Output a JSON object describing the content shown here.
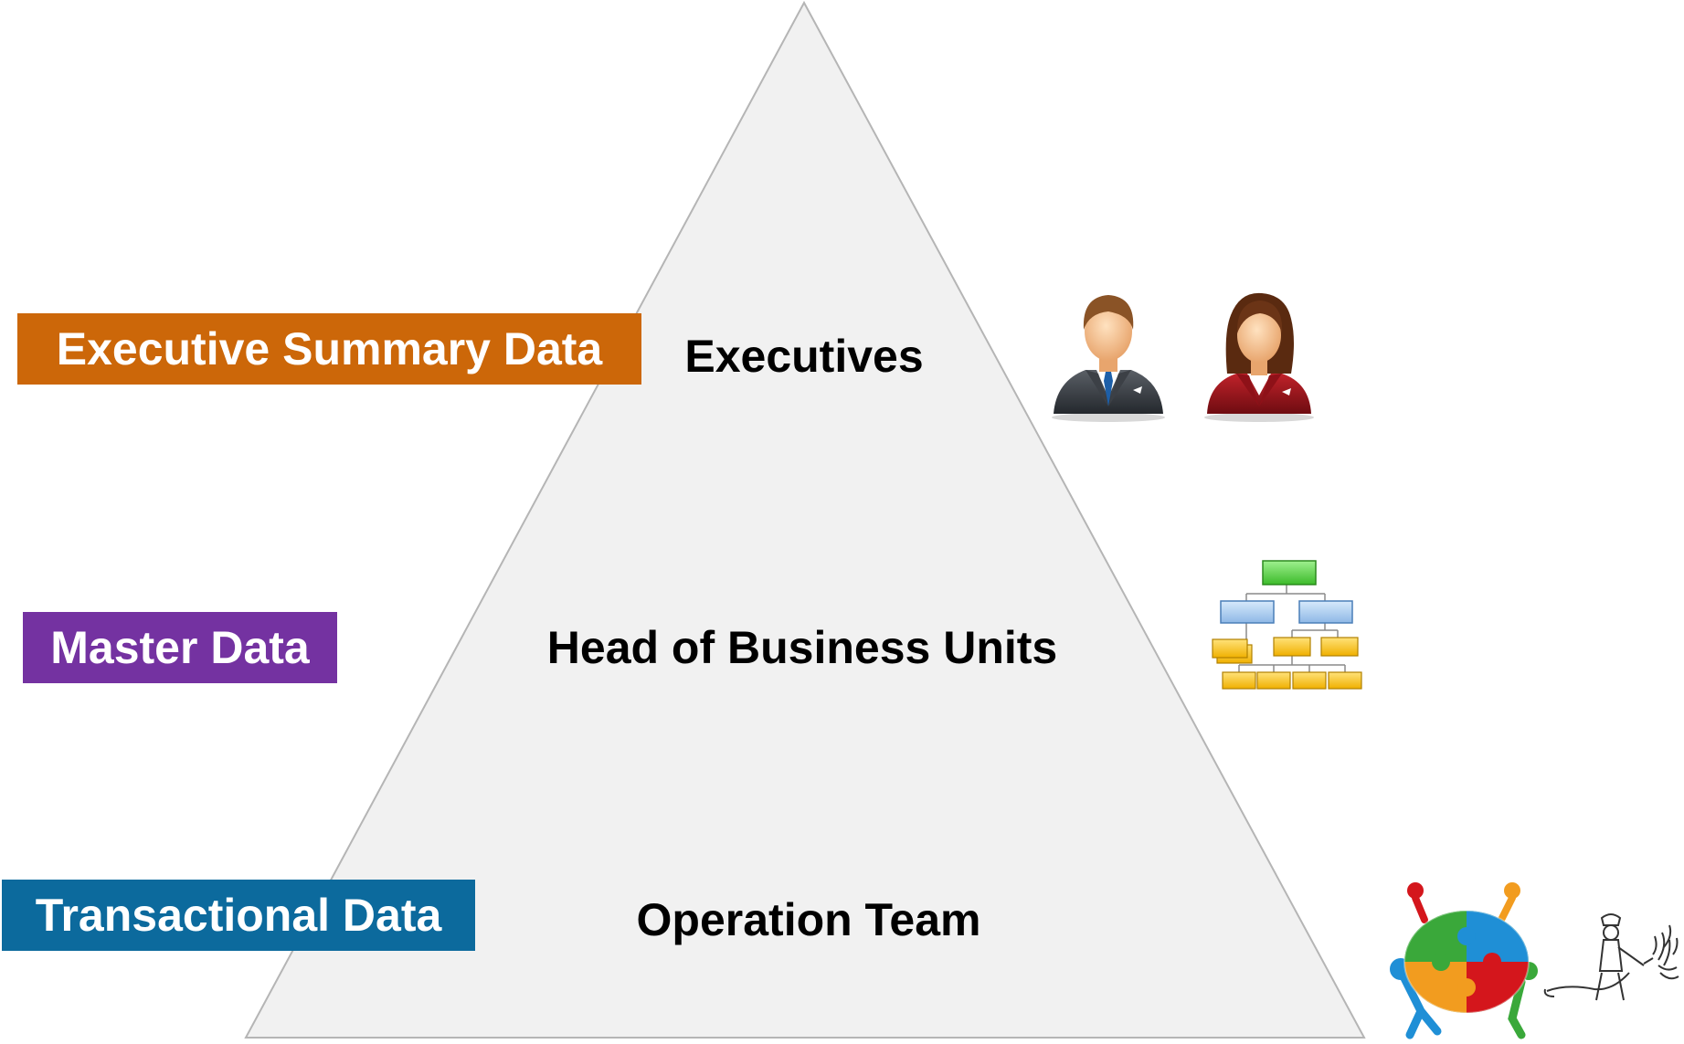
{
  "diagram": {
    "pyramid": {
      "fill": "#f1f1f1",
      "stroke": "#b5b5b5"
    },
    "data_tags": [
      {
        "label": "Executive Summary Data",
        "color": "#cc6709"
      },
      {
        "label": "Master Data",
        "color": "#7432a1"
      },
      {
        "label": "Transactional Data",
        "color": "#0c6a9d"
      }
    ],
    "levels": [
      {
        "label": "Executives",
        "icon": "businessman-businesswoman-icon"
      },
      {
        "label": "Head of Business Units",
        "icon": "org-chart-icon"
      },
      {
        "label": "Operation Team",
        "icon": "puzzle-team-firefighter-icon"
      }
    ]
  }
}
